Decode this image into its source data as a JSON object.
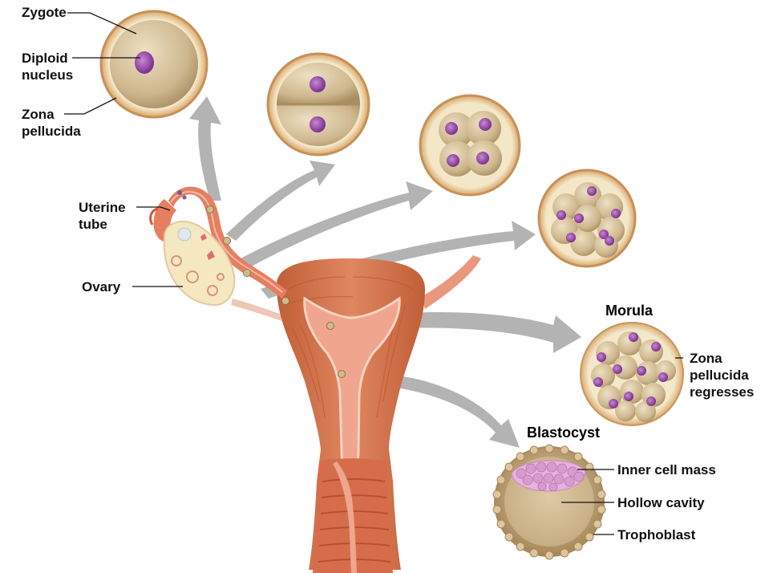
{
  "labels": {
    "zygote": "Zygote",
    "diploid_nucleus": "Diploid\nnucleus",
    "zona_pellucida": "Zona\npellucida",
    "uterine_tube": "Uterine\ntube",
    "ovary": "Ovary",
    "morula": "Morula",
    "zona_pellucida_regresses": "Zona\npellucida\nregresses",
    "blastocyst": "Blastocyst",
    "inner_cell_mass": "Inner cell mass",
    "hollow_cavity": "Hollow cavity",
    "trophoblast": "Trophoblast"
  },
  "colors": {
    "uterus_muscle": "#cf7048",
    "uterus_lining": "#efa58e",
    "zona": "#e7c79a",
    "cell": "#d6c29d",
    "nucleus": "#9a4aa8",
    "arrow": "#b3b3b3",
    "ovary": "#f3e8bf"
  },
  "icons": [
    "zygote-cell",
    "two-cell-stage",
    "four-cell-stage",
    "eight-cell-stage",
    "morula-cell",
    "blastocyst-cell",
    "uterus-illustration",
    "ovary-illustration"
  ]
}
